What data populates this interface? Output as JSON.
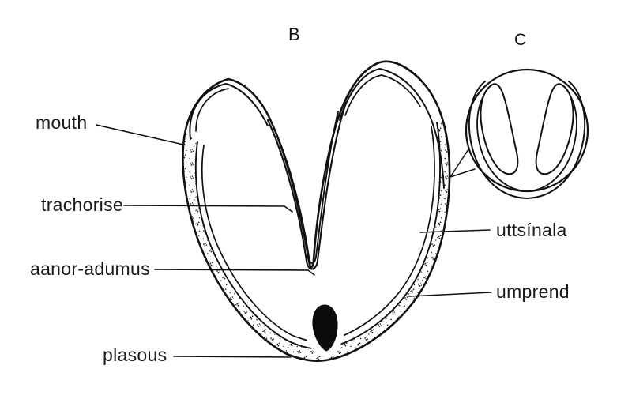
{
  "figure": {
    "panel_b_label": "B",
    "panel_c_label": "C",
    "labels": {
      "mouth": "mouth",
      "trachorise": "trachorise",
      "aanor_adumus": "aanor-adumus",
      "plasous": "plasous",
      "uttsinala": "uttsínala",
      "umprend": "umprend"
    },
    "colors": {
      "ink": "#111111",
      "background": "#ffffff",
      "text": "#1a1a1a",
      "fill_solid": "#0b0b0b"
    }
  }
}
